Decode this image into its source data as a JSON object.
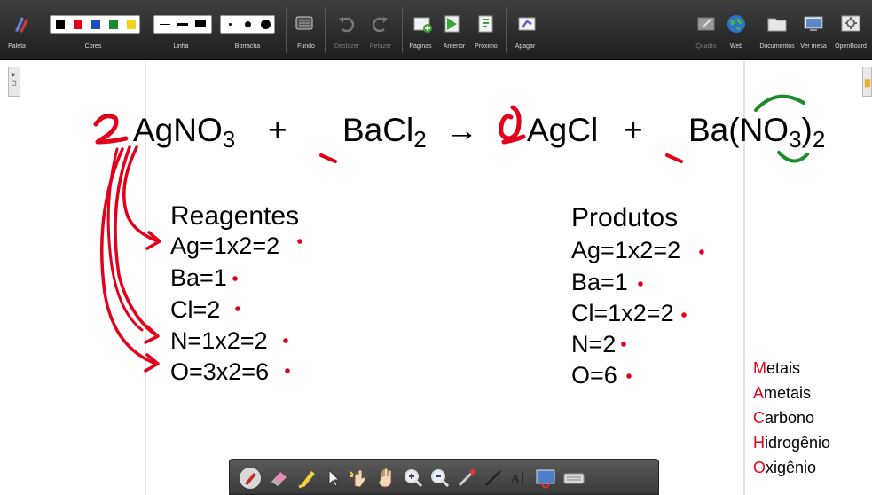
{
  "toolbar": {
    "palette_label": "Paleta",
    "colors_label": "Cores",
    "line_label": "Linha",
    "eraser_label": "Borracha",
    "background_label": "Fundo",
    "undo_label": "Desfazer",
    "redo_label": "Refazer",
    "pages_label": "Páginas",
    "previous_label": "Anterior",
    "next_label": "Próximo",
    "clear_label": "Apagar",
    "board_label": "Quadro",
    "web_label": "Web",
    "documents_label": "Documentos",
    "show_desktop_label": "Ver mesa",
    "openboard_label": "OpenBoard",
    "colors": [
      "#000000",
      "#e3001b",
      "#1f4fbf",
      "#1b8a2c",
      "#f2d21c"
    ]
  },
  "equation": {
    "coef1": "",
    "reactant1_main": "AgNO",
    "reactant1_sub": "3",
    "plus1": "+",
    "reactant2_main": "BaCl",
    "reactant2_sub": "2",
    "arrow": "→",
    "product1": "AgCl",
    "plus2": "+",
    "product2_main": "Ba(NO",
    "product2_sub1": "3",
    "product2_close": ")",
    "product2_sub2": "2"
  },
  "reagents": {
    "title": "Reagentes",
    "items": [
      "Ag=1x2=2",
      "Ba=1",
      "Cl=2",
      "N=1x2=2",
      "O=3x2=6"
    ]
  },
  "products": {
    "title": "Produtos",
    "items": [
      "Ag=1x2=2",
      "Ba=1",
      "Cl=1x2=2",
      "N=2",
      "O=6"
    ]
  },
  "legend": [
    {
      "cap": "M",
      "rest": "etais"
    },
    {
      "cap": "A",
      "rest": "metais"
    },
    {
      "cap": "C",
      "rest": "arbono"
    },
    {
      "cap": "H",
      "rest": "idrogênio"
    },
    {
      "cap": "O",
      "rest": "xigênio"
    }
  ],
  "colors": {
    "ink_red": "#e3001b",
    "ink_green": "#1e8a2a",
    "toolbar_bg": "#2c2c2c"
  }
}
